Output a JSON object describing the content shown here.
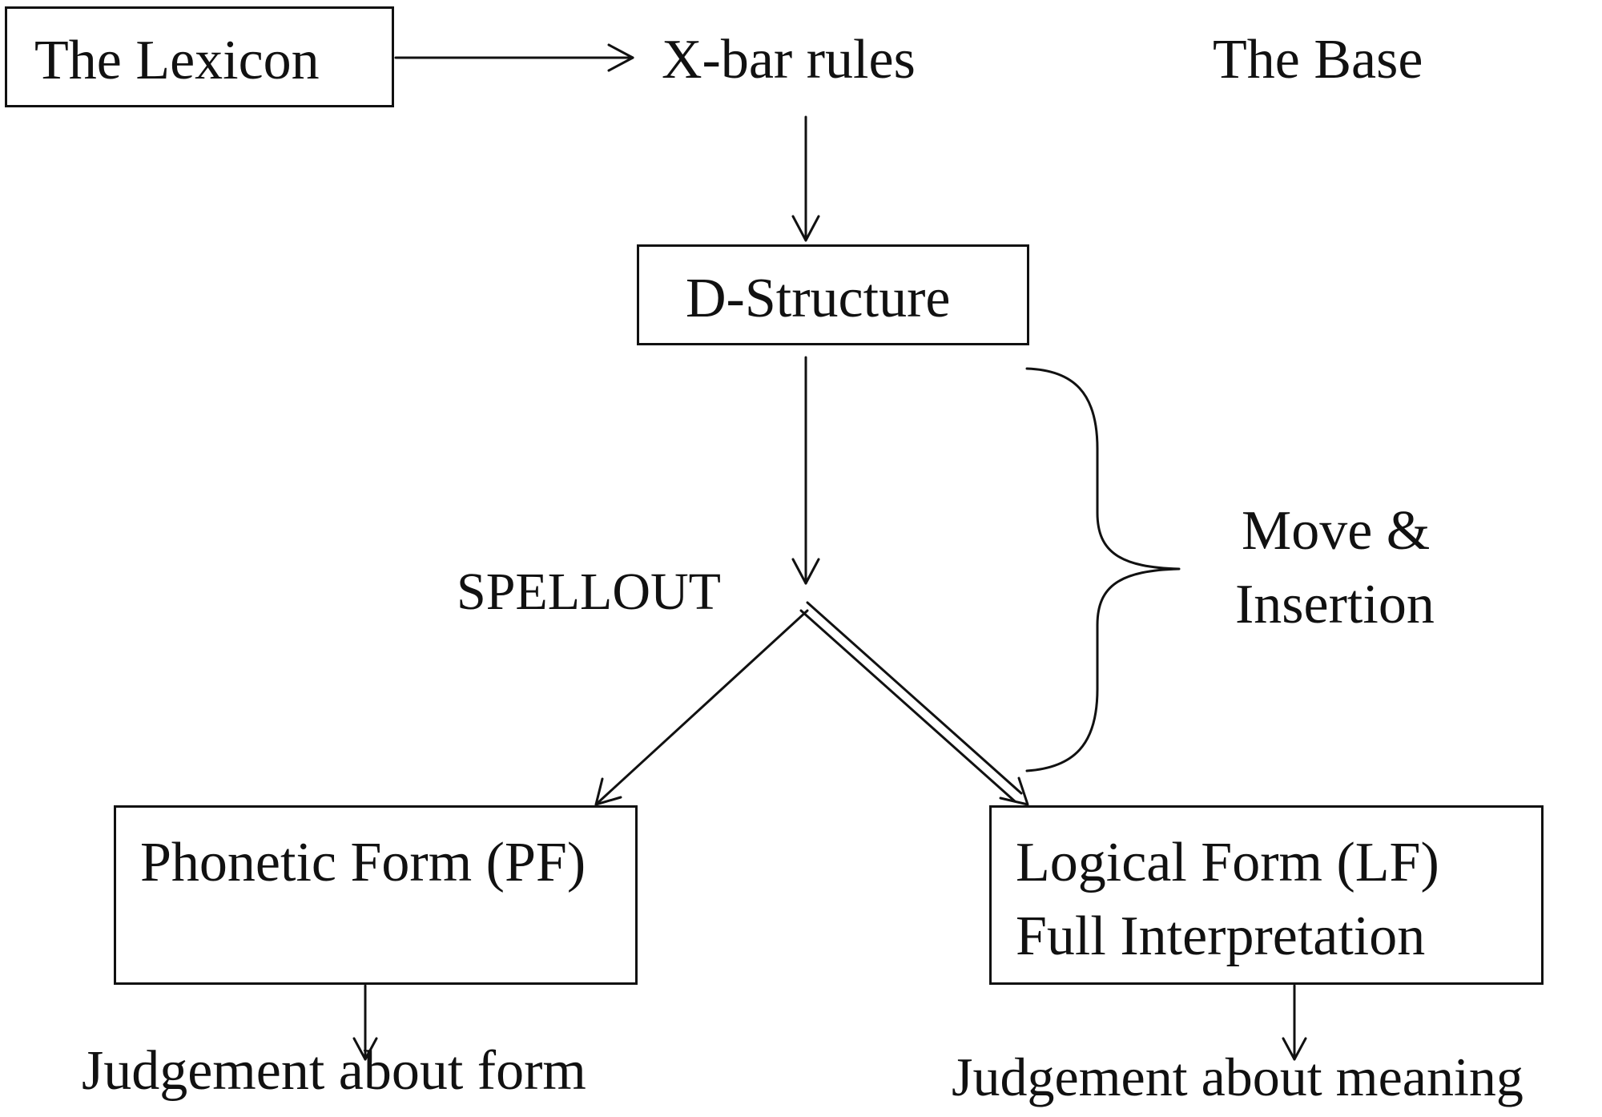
{
  "nodes": {
    "lexicon": "The Lexicon",
    "xbar": "X-bar rules",
    "base": "The Base",
    "dstructure": "D-Structure",
    "spellout": "SPELLOUT",
    "move_line1": "Move &",
    "move_line2": "Insertion",
    "pf": "Phonetic Form (PF)",
    "lf_line1": "Logical Form (LF)",
    "lf_line2": "Full Interpretation",
    "judgement_form": "Judgement about form",
    "judgement_meaning": "Judgement about meaning"
  }
}
